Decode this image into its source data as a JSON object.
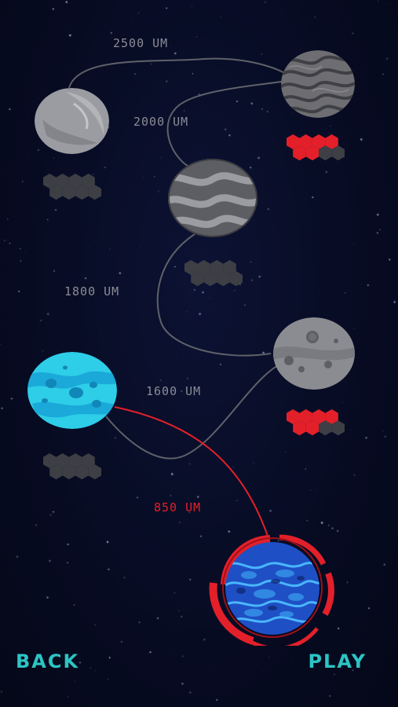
{
  "distances": [
    {
      "id": "d2500",
      "label": "2500 UM",
      "active": false
    },
    {
      "id": "d2000",
      "label": "2000 UM",
      "active": false
    },
    {
      "id": "d1800",
      "label": "1800 UM",
      "active": false
    },
    {
      "id": "d1600",
      "label": "1600 UM",
      "active": false
    },
    {
      "id": "d850",
      "label": "850 UM",
      "active": true
    }
  ],
  "planets": [
    {
      "id": "planet-striped-top-right",
      "state": "locked"
    },
    {
      "id": "planet-gray-top-left",
      "state": "locked"
    },
    {
      "id": "planet-wavy-center",
      "state": "locked"
    },
    {
      "id": "planet-cratered-right",
      "state": "locked"
    },
    {
      "id": "planet-blue-cratered",
      "state": "unlocked"
    },
    {
      "id": "planet-ocean-selected",
      "state": "selected"
    }
  ],
  "requirements": [
    {
      "planet": "planet-striped-top-right",
      "filled": 6,
      "total": 8
    },
    {
      "planet": "planet-gray-top-left",
      "filled": 0,
      "total": 8
    },
    {
      "planet": "planet-wavy-center",
      "filled": 0,
      "total": 8
    },
    {
      "planet": "planet-cratered-right",
      "filled": 6,
      "total": 8
    },
    {
      "planet": "planet-blue-cratered",
      "filled": 0,
      "total": 8
    }
  ],
  "colors": {
    "accent_red": "#e3202a",
    "nav_cyan": "#2cc4c4",
    "path_gray": "#5f6169",
    "hex_empty": "#3d3f45"
  },
  "nav": {
    "back": "BACK",
    "play": "PLAY"
  }
}
